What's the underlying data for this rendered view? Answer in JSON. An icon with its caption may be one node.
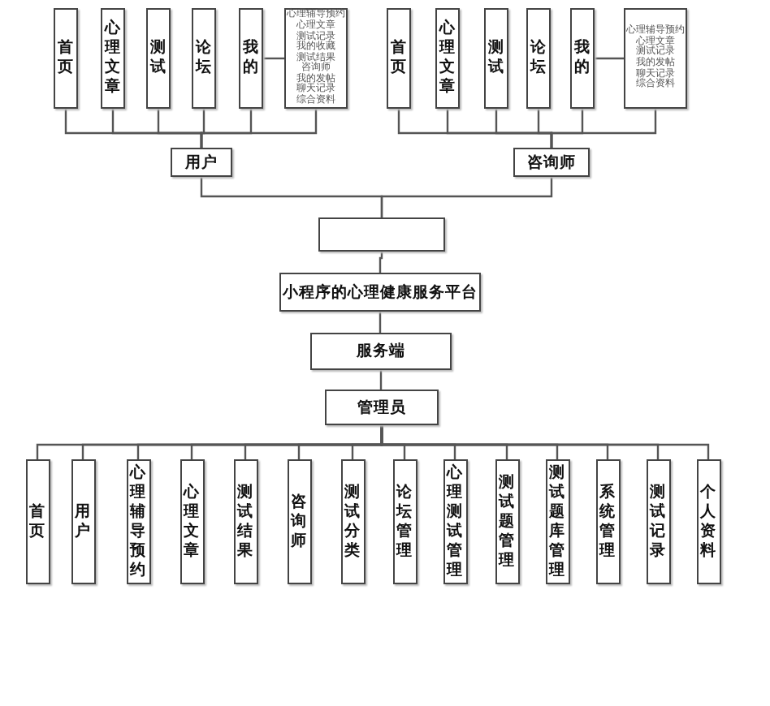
{
  "diagram": {
    "nodes": [
      {
        "text": [
          "首页"
        ]
      },
      {
        "text": [
          "心理文章"
        ]
      },
      {
        "text": [
          "测试"
        ]
      },
      {
        "text": [
          "论坛"
        ]
      },
      {
        "text": [
          "我的"
        ]
      },
      {
        "text": [
          "心理辅导预约",
          "心理文章",
          "测试记录",
          "我的收藏",
          "测试结果",
          "咨询师",
          "我的发帖",
          "聊天记录",
          "综合资料"
        ]
      },
      {
        "text": [
          "首页"
        ]
      },
      {
        "text": [
          "心理文章"
        ]
      },
      {
        "text": [
          "测试"
        ]
      },
      {
        "text": [
          "论坛"
        ]
      },
      {
        "text": [
          "我的"
        ]
      },
      {
        "text": [
          "心理辅导预约",
          "心理文章",
          "测试记录",
          "我的发帖",
          "聊天记录",
          "综合资料"
        ]
      },
      {
        "text": [
          "用户"
        ]
      },
      {
        "text": [
          "咨询师"
        ]
      },
      {
        "text": [],
        "shape": "box"
      },
      {
        "text": [
          "小程序的心理健康服务平台"
        ]
      },
      {
        "text": [
          "服务端"
        ]
      },
      {
        "text": [
          "管理员"
        ]
      },
      {
        "text": [
          "首页"
        ]
      },
      {
        "text": [
          "用户"
        ]
      },
      {
        "text": [
          "心理辅导预约"
        ]
      },
      {
        "text": [
          "心理文章"
        ]
      },
      {
        "text": [
          "测试结果"
        ]
      },
      {
        "text": [
          "咨询师"
        ]
      },
      {
        "text": [
          "测试分类"
        ]
      },
      {
        "text": [
          "论坛管理"
        ]
      },
      {
        "text": [
          "心理测试管理"
        ]
      },
      {
        "text": [
          "测试题管理"
        ]
      },
      {
        "text": [
          "测试题库管理"
        ]
      },
      {
        "text": [
          "系统管理"
        ]
      },
      {
        "text": [
          "测试记录"
        ]
      },
      {
        "text": [
          "个人资料"
        ]
      }
    ],
    "edges": [
      {
        "from": 12,
        "to": 0,
        "arrow": "none"
      },
      {
        "from": 12,
        "to": 1,
        "arrow": "none"
      },
      {
        "from": 12,
        "to": 2,
        "arrow": "none"
      },
      {
        "from": 12,
        "to": 3,
        "arrow": "none"
      },
      {
        "from": 12,
        "to": 4,
        "arrow": "none"
      },
      {
        "from": 12,
        "to": 5,
        "arrow": "none"
      },
      {
        "from": 4,
        "to": 5,
        "arrow": "none"
      },
      {
        "from": 13,
        "to": 6,
        "arrow": "none"
      },
      {
        "from": 13,
        "to": 7,
        "arrow": "none"
      },
      {
        "from": 13,
        "to": 8,
        "arrow": "none"
      },
      {
        "from": 13,
        "to": 9,
        "arrow": "none"
      },
      {
        "from": 13,
        "to": 10,
        "arrow": "none"
      },
      {
        "from": 13,
        "to": 11,
        "arrow": "none"
      },
      {
        "from": 10,
        "to": 11,
        "arrow": "none"
      },
      {
        "from": 12,
        "to": 14,
        "arrow": "none"
      },
      {
        "from": 13,
        "to": 14,
        "arrow": "none"
      },
      {
        "from": 14,
        "to": 15,
        "arrow": "none"
      },
      {
        "from": 15,
        "to": 16,
        "arrow": "none"
      },
      {
        "from": 16,
        "to": 17,
        "arrow": "none"
      },
      {
        "from": 17,
        "to": 18,
        "arrow": "none"
      },
      {
        "from": 17,
        "to": 19,
        "arrow": "none"
      },
      {
        "from": 17,
        "to": 20,
        "arrow": "none"
      },
      {
        "from": 17,
        "to": 21,
        "arrow": "none"
      },
      {
        "from": 17,
        "to": 22,
        "arrow": "none"
      },
      {
        "from": 17,
        "to": 23,
        "arrow": "none"
      },
      {
        "from": 17,
        "to": 24,
        "arrow": "none"
      },
      {
        "from": 17,
        "to": 25,
        "arrow": "none"
      },
      {
        "from": 17,
        "to": 26,
        "arrow": "none"
      },
      {
        "from": 17,
        "to": 27,
        "arrow": "none"
      },
      {
        "from": 17,
        "to": 28,
        "arrow": "none"
      },
      {
        "from": 17,
        "to": 29,
        "arrow": "none"
      },
      {
        "from": 17,
        "to": 30,
        "arrow": "none"
      },
      {
        "from": 17,
        "to": 31,
        "arrow": "none"
      }
    ]
  }
}
